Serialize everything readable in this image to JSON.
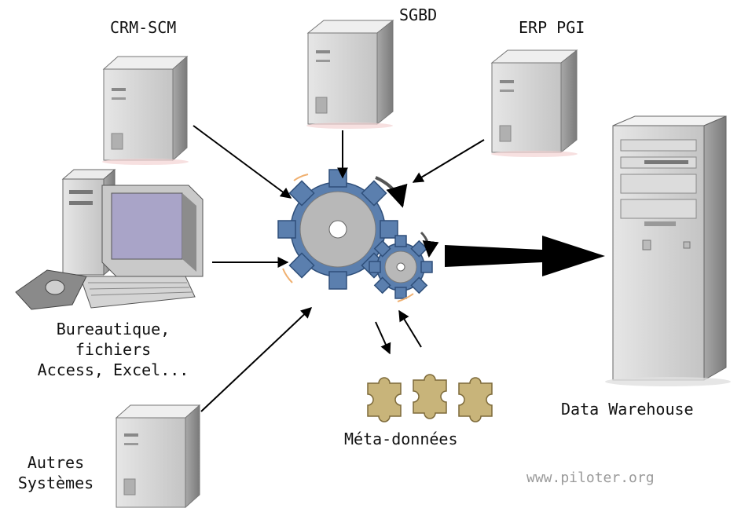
{
  "labels": {
    "crm": "CRM-SCM",
    "sgbd": "SGBD",
    "erp": "ERP PGI",
    "bureautique_line1": "Bureautique,",
    "bureautique_line2": "fichiers",
    "bureautique_line3": "Access, Excel...",
    "autres_line1": "Autres",
    "autres_line2": "Systèmes",
    "meta": "Méta-données",
    "warehouse": "Data Warehouse"
  },
  "watermark": "www.piloter.org",
  "colors": {
    "gear": "#5b7fae",
    "gear_disc": "#b8b8b8",
    "server": "#d6d6d6",
    "arrow": "#000000",
    "puzzle": "#c8b47a"
  }
}
